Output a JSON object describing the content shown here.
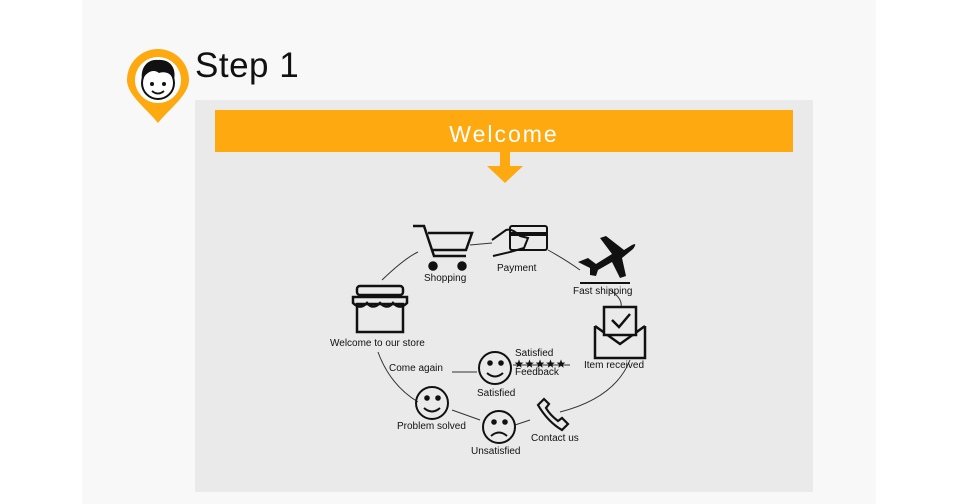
{
  "step": {
    "title": "Step 1"
  },
  "banner": {
    "text": "Welcome"
  },
  "diagram": {
    "nodes": {
      "shopping": "Shopping",
      "payment": "Payment",
      "fast_shipping": "Fast shipping",
      "item_received": "Item received",
      "welcome": "Welcome to  our  store",
      "come_again": "Come again",
      "satisfied_top": "Satisfied",
      "feedback": "Feedback",
      "satisfied": "Satisfied",
      "problem_solved": "Problem solved",
      "unsatisfied": "Unsatisfied",
      "contact_us": "Contact us"
    },
    "rating_stars": 5
  },
  "colors": {
    "accent": "#fda90f",
    "panel": "#ebeaeb",
    "backdrop": "#f8f8f8"
  }
}
